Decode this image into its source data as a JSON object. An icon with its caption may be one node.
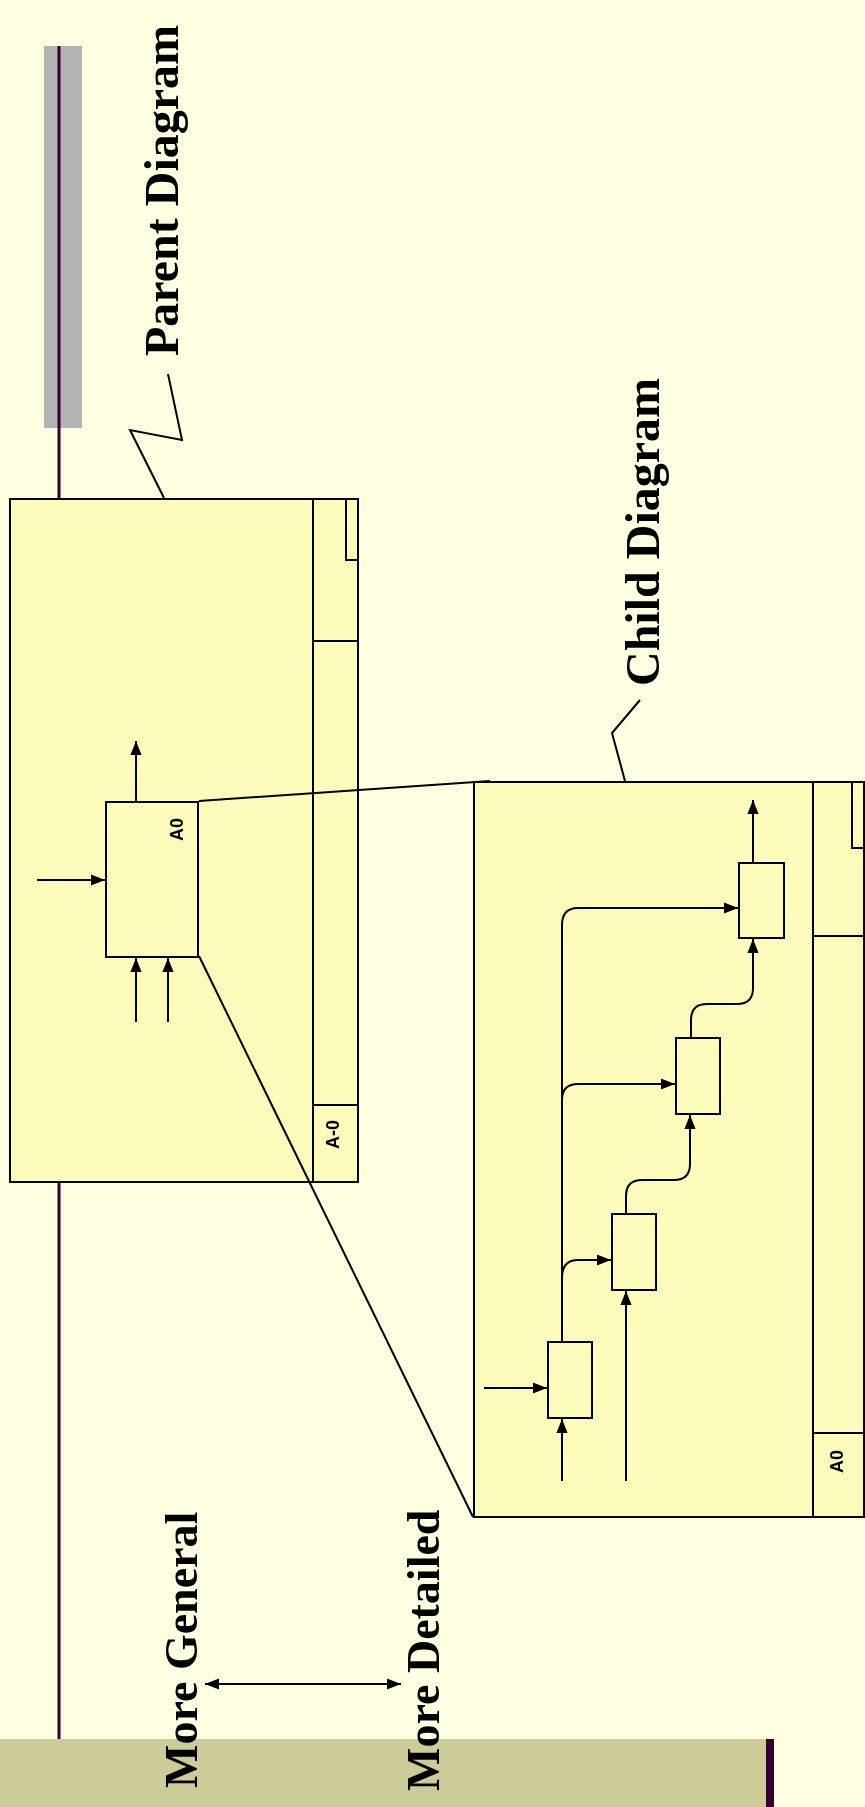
{
  "diagram": {
    "nodes": [
      {
        "text": [
          "Parent Diagram"
        ]
      },
      {
        "text": [
          "A-0"
        ]
      },
      {
        "text": [
          "A0"
        ],
        "in": 1
      },
      {
        "text": [
          "Child Diagram"
        ]
      },
      {
        "text": [
          "A0"
        ]
      },
      {
        "text": [],
        "shape": "box",
        "in": 4
      },
      {
        "text": [],
        "shape": "box",
        "in": 4
      },
      {
        "text": [],
        "shape": "box",
        "in": 4
      },
      {
        "text": [],
        "shape": "box",
        "in": 4
      },
      {
        "text": [
          "More General"
        ]
      },
      {
        "text": [
          "More Detailed"
        ]
      }
    ],
    "edges": [
      {
        "from": 0,
        "to": 1,
        "arrow": "none"
      },
      {
        "from": 3,
        "to": 4,
        "arrow": "none"
      },
      {
        "from": 2,
        "to": 4,
        "arrow": "none"
      },
      {
        "from": 2,
        "to": 4,
        "arrow": "none"
      },
      {
        "from": null,
        "to": 2,
        "arrow": "to"
      },
      {
        "from": null,
        "to": 2,
        "arrow": "to"
      },
      {
        "from": null,
        "to": 2,
        "arrow": "to"
      },
      {
        "from": 2,
        "to": null,
        "arrow": "to"
      },
      {
        "from": null,
        "to": 5,
        "arrow": "to"
      },
      {
        "from": null,
        "to": 5,
        "arrow": "to"
      },
      {
        "from": 5,
        "to": 6,
        "arrow": "to"
      },
      {
        "from": 5,
        "to": 7,
        "arrow": "to"
      },
      {
        "from": 5,
        "to": 8,
        "arrow": "to"
      },
      {
        "from": null,
        "to": 6,
        "arrow": "to"
      },
      {
        "from": 6,
        "to": 7,
        "arrow": "to"
      },
      {
        "from": 7,
        "to": 8,
        "arrow": "to"
      },
      {
        "from": 8,
        "to": null,
        "arrow": "to"
      },
      {
        "from": 9,
        "to": 10,
        "arrow": "both"
      }
    ]
  }
}
